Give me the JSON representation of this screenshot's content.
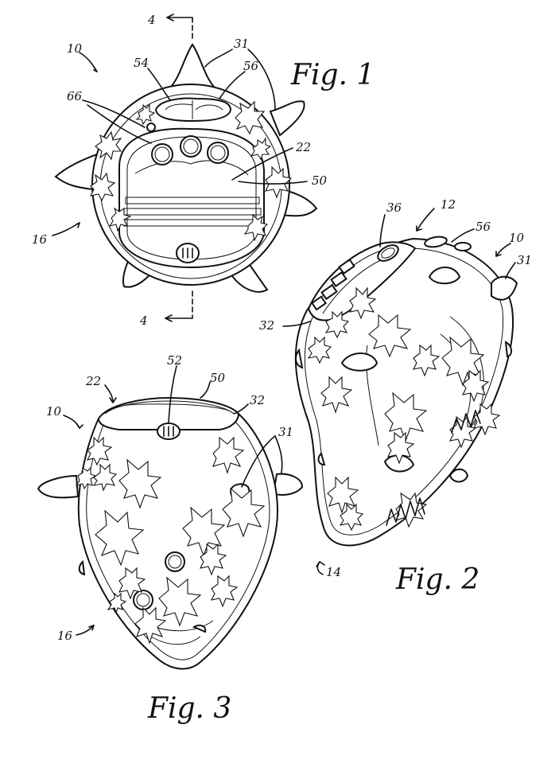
{
  "figures": [
    {
      "title": "Fig. 1",
      "refs": {
        "r4_top": "4",
        "r4_bottom": "4",
        "r31": "31",
        "r54": "54",
        "r56": "56",
        "r10": "10",
        "r66": "66",
        "r22": "22",
        "r50": "50",
        "r16": "16"
      }
    },
    {
      "title": "Fig. 2",
      "refs": {
        "r36": "36",
        "r12": "12",
        "r56": "56",
        "r10": "10",
        "r31": "31",
        "r32": "32",
        "r14": "14"
      }
    },
    {
      "title": "Fig. 3",
      "refs": {
        "r52": "52",
        "r22": "22",
        "r50": "50",
        "r10": "10",
        "r32": "32",
        "r31": "31",
        "r16": "16"
      }
    }
  ]
}
